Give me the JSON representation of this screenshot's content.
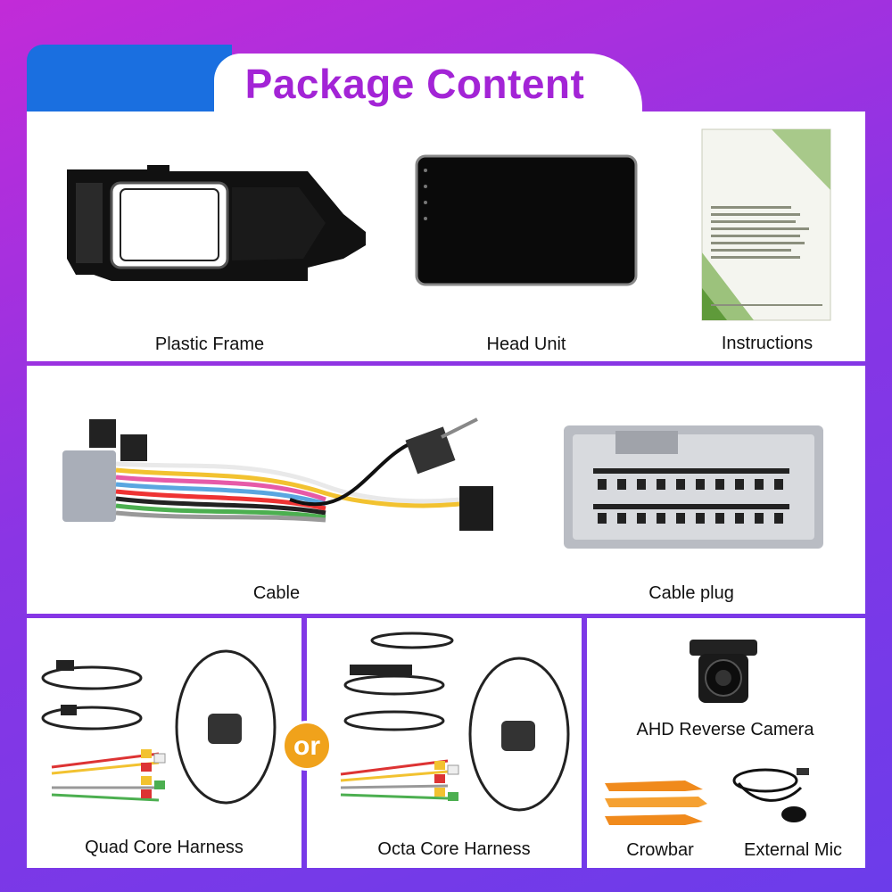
{
  "header": {
    "title": "Package Content"
  },
  "items": {
    "plastic_frame": "Plastic Frame",
    "head_unit": "Head Unit",
    "instructions": "Instructions",
    "cable": "Cable",
    "cable_plug": "Cable plug",
    "quad_core_harness": "Quad Core Harness",
    "octa_core_harness": "Octa Core Harness",
    "ahd_reverse_camera": "AHD Reverse Camera",
    "crowbar": "Crowbar",
    "external_mic": "External Mic"
  },
  "or_label": "or",
  "colors": {
    "accent": "#a324d6",
    "blue_tab": "#1a6fe0",
    "or_badge": "#f0a21b"
  }
}
